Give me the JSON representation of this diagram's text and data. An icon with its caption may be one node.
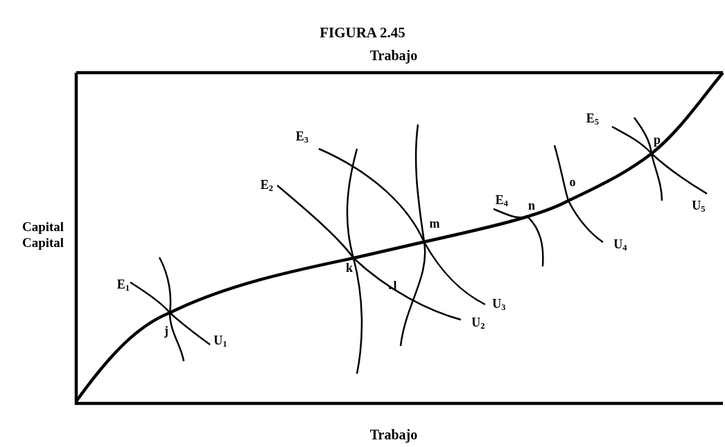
{
  "diagram": {
    "title": "FIGURA 2.45",
    "labels": [
      "Trabajo",
      "E$_{5}$",
      "p",
      "E$_{3}$",
      "E$_{2}$",
      "E$_{4}$",
      "n",
      "o",
      "Capital",
      "m",
      "U$_{5}$",
      "Capital",
      "U$_{4}$",
      "k",
      "E$_{1}$",
      "l",
      "U$_{3}$",
      "j",
      "U$_{2}$",
      "U$_{1}$",
      "Trabajo"
    ]
  }
}
